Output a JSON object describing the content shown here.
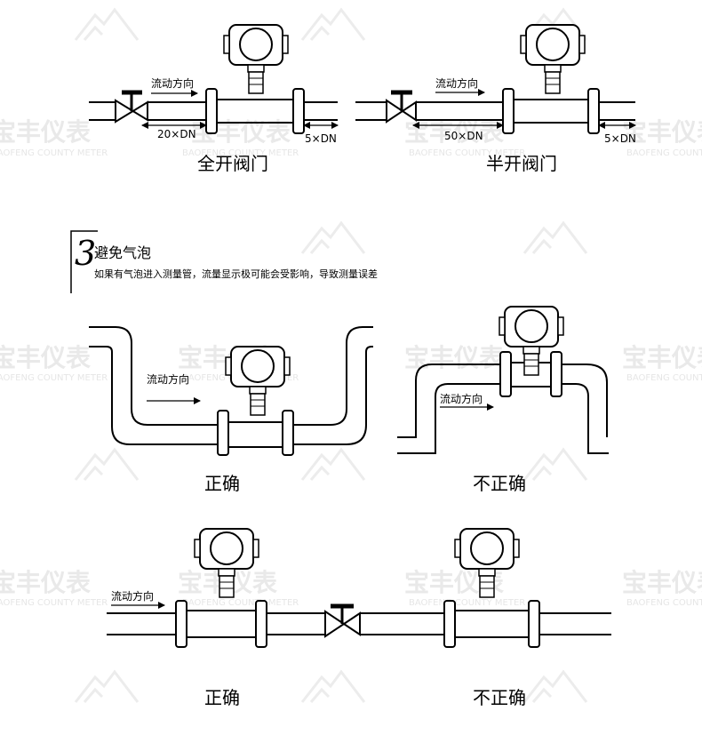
{
  "colors": {
    "line": "#000000",
    "watermark": "#e6e6e6"
  },
  "watermark": {
    "cn": "宝丰仪表",
    "en": "BAOFENG COUNTY METER"
  },
  "top_left": {
    "flow_label": "流动方向",
    "upstream_dim": "20×DN",
    "downstream_dim": "5×DN",
    "caption": "全开阀门"
  },
  "top_right": {
    "flow_label": "流动方向",
    "upstream_dim": "50×DN",
    "downstream_dim": "5×DN",
    "caption": "半开阀门"
  },
  "section": {
    "number": "3",
    "title": "避免气泡",
    "note": "如果有气泡进入测量管，流量显示极可能会受影响，导致测量误差"
  },
  "mid_left": {
    "flow_label": "流动方向",
    "caption": "正确"
  },
  "mid_right": {
    "flow_label": "流动方向",
    "caption": "不正确"
  },
  "bottom": {
    "flow_label": "流动方向",
    "caption_left": "正确",
    "caption_right": "不正确"
  }
}
